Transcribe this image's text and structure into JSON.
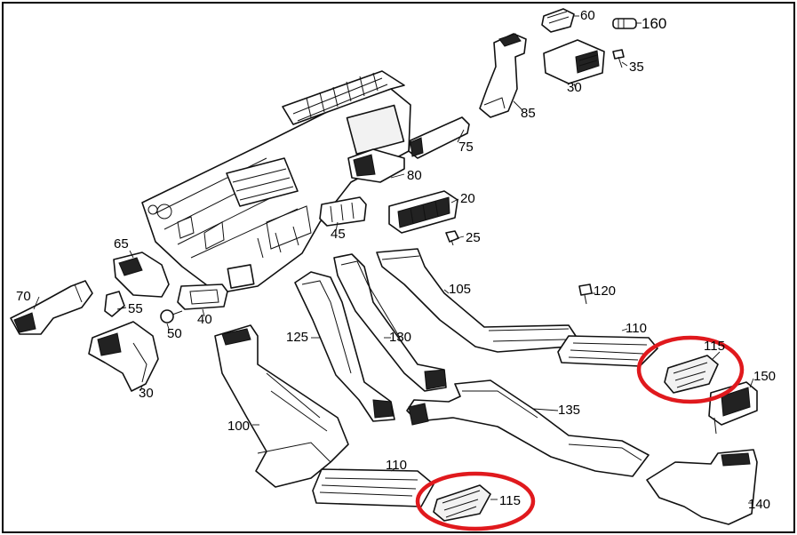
{
  "colors": {
    "line": "#111111",
    "highlight": "#e0191d",
    "background": "#ffffff"
  },
  "callouts": [
    {
      "id": "c-60",
      "label": "60"
    },
    {
      "id": "c-160",
      "label": "160"
    },
    {
      "id": "c-35",
      "label": "35"
    },
    {
      "id": "c-30-top",
      "label": "30"
    },
    {
      "id": "c-85",
      "label": "85"
    },
    {
      "id": "c-75",
      "label": "75"
    },
    {
      "id": "c-80",
      "label": "80"
    },
    {
      "id": "c-20",
      "label": "20"
    },
    {
      "id": "c-45",
      "label": "45"
    },
    {
      "id": "c-25",
      "label": "25"
    },
    {
      "id": "c-65",
      "label": "65"
    },
    {
      "id": "c-70",
      "label": "70"
    },
    {
      "id": "c-55",
      "label": "55"
    },
    {
      "id": "c-40",
      "label": "40"
    },
    {
      "id": "c-50",
      "label": "50"
    },
    {
      "id": "c-30-left",
      "label": "30"
    },
    {
      "id": "c-105",
      "label": "105"
    },
    {
      "id": "c-120",
      "label": "120"
    },
    {
      "id": "c-125",
      "label": "125"
    },
    {
      "id": "c-130",
      "label": "130"
    },
    {
      "id": "c-110-right",
      "label": "110"
    },
    {
      "id": "c-115-right",
      "label": "115"
    },
    {
      "id": "c-150",
      "label": "150"
    },
    {
      "id": "c-135",
      "label": "135"
    },
    {
      "id": "c-100",
      "label": "100"
    },
    {
      "id": "c-110-bottom",
      "label": "110"
    },
    {
      "id": "c-115-bottom",
      "label": "115"
    },
    {
      "id": "c-140",
      "label": "140"
    }
  ],
  "highlights": [
    {
      "id": "highlight-115-right",
      "target": "115"
    },
    {
      "id": "highlight-115-bottom",
      "target": "115"
    }
  ]
}
